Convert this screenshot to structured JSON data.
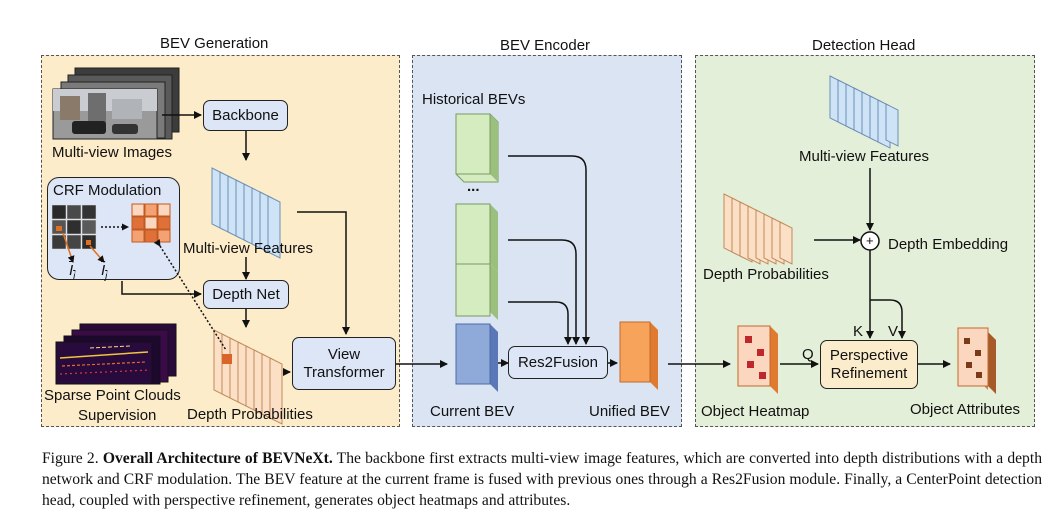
{
  "panels": {
    "bev_generation": "BEV Generation",
    "bev_encoder": "BEV Encoder",
    "detection_head": "Detection Head"
  },
  "generation": {
    "multi_view_images": "Multi-view Images",
    "backbone": "Backbone",
    "crf_modulation": "CRF Modulation",
    "i_i_base": "I",
    "i_i_sub": "i",
    "i_j_base": "I",
    "i_j_sub": "j",
    "multi_view_features": "Multi-view Features",
    "depth_net": "Depth Net",
    "view_transformer_1": "View",
    "view_transformer_2": "Transformer",
    "sparse_point_clouds": "Sparse Point Clouds",
    "supervision": "Supervision",
    "depth_probabilities": "Depth Probabilities"
  },
  "encoder": {
    "historical_bevs": "Historical BEVs",
    "ellipsis": "...",
    "res2fusion": "Res2Fusion",
    "current_bev": "Current BEV",
    "unified_bev": "Unified BEV"
  },
  "head": {
    "multi_view_features": "Multi-view Features",
    "depth_probabilities": "Depth Probabilities",
    "depth_embedding": "Depth Embedding",
    "plus": "+",
    "k": "K",
    "v": "V",
    "q": "Q",
    "perspective_refinement_1": "Perspective",
    "perspective_refinement_2": "Refinement",
    "object_heatmap": "Object Heatmap",
    "object_attributes": "Object Attributes"
  },
  "caption": {
    "prefix": "Figure 2. ",
    "title": "Overall Architecture of BEVNeXt.",
    "body": " The backbone first extracts multi-view image features, which are converted into depth distributions with a depth network and CRF modulation. The BEV feature at the current frame is fused with previous ones through a Res2Fusion module. Finally, a CenterPoint detection head, coupled with perspective refinement, generates object heatmaps and attributes."
  },
  "colors": {
    "generation_bg": "#fcecc9",
    "encoder_bg": "#dbe4f3",
    "head_bg": "#e4efd9",
    "feature_blue": "#cfe3f6",
    "depth_orange": "#fbe0c6",
    "historical_green": "#d4ecc0",
    "current_blue": "#8fa9d9",
    "unified_orange": "#f7a35c",
    "heatmap_red": "#c0272d",
    "arrow": "#111111",
    "dotted_link": "#e07020"
  }
}
